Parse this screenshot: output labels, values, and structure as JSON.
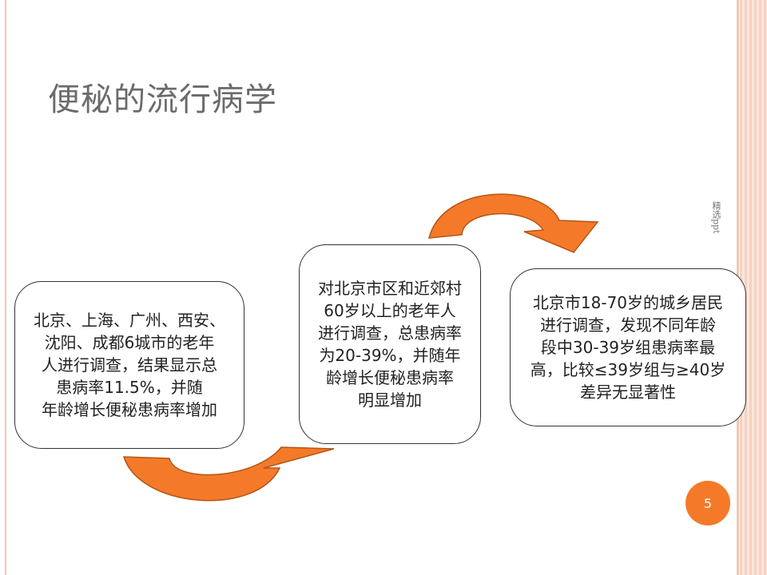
{
  "slide": {
    "title": "便秘的流行病学",
    "watermark": "精选ppt",
    "page_number": "5",
    "accent_color": "#f47a2a",
    "boxes": [
      {
        "lines": [
          "北京、上海、广州、西安、",
          "沈阳、成都6城市的老年",
          "人进行调查，结果显示总",
          "患病率11.5%，并随",
          "年龄增长便秘患病率增加"
        ]
      },
      {
        "lines": [
          "对北京市区和近郊村",
          "60岁以上的老年人",
          "进行调查，总患病率",
          "为20-39%，并随年",
          "龄增长便秘患病率",
          "明显增加"
        ]
      },
      {
        "lines": [
          "北京市18-70岁的城乡居民",
          "进行调查，发现不同年龄",
          "段中30-39岁组患病率最",
          "高，比较≤39岁组与≥40岁",
          "差异无显著性"
        ]
      }
    ]
  }
}
